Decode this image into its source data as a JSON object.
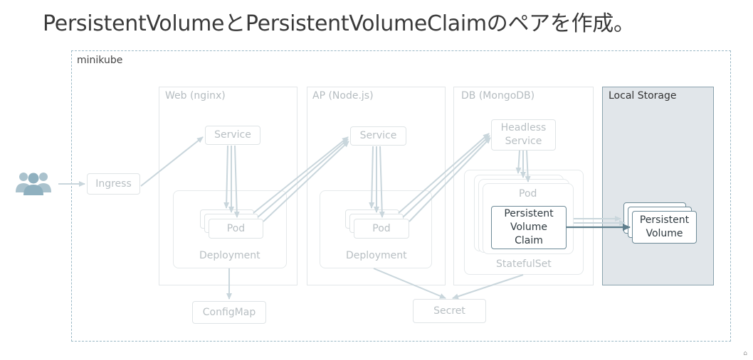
{
  "title": "PersistentVolumeとPersistentVolumeClaimのペアを作成。",
  "cluster": {
    "label": "minikube"
  },
  "users_icon": "users-icon",
  "ingress": {
    "label": "Ingress"
  },
  "web": {
    "label": "Web (nginx)",
    "service": "Service",
    "pod": "Pod",
    "deployment": "Deployment",
    "configmap": "ConfigMap"
  },
  "ap": {
    "label": "AP (Node.js)",
    "service": "Service",
    "pod": "Pod",
    "deployment": "Deployment"
  },
  "db": {
    "label": "DB (MongoDB)",
    "service_line1": "Headless",
    "service_line2": "Service",
    "pod": "Pod",
    "pvc_line1": "Persistent",
    "pvc_line2": "Volume",
    "pvc_line3": "Claim",
    "statefulset": "StatefulSet"
  },
  "secret": {
    "label": "Secret"
  },
  "storage": {
    "label": "Local Storage",
    "pv_line1": "Persistent",
    "pv_line2": "Volume"
  },
  "colors": {
    "faded": "#b8bfc3",
    "faded_arrow": "#c9d6dc",
    "active_arrow": "#5f7f8d",
    "storage_bg": "#e1e6ea",
    "cluster_border": "#9ab8c5"
  }
}
